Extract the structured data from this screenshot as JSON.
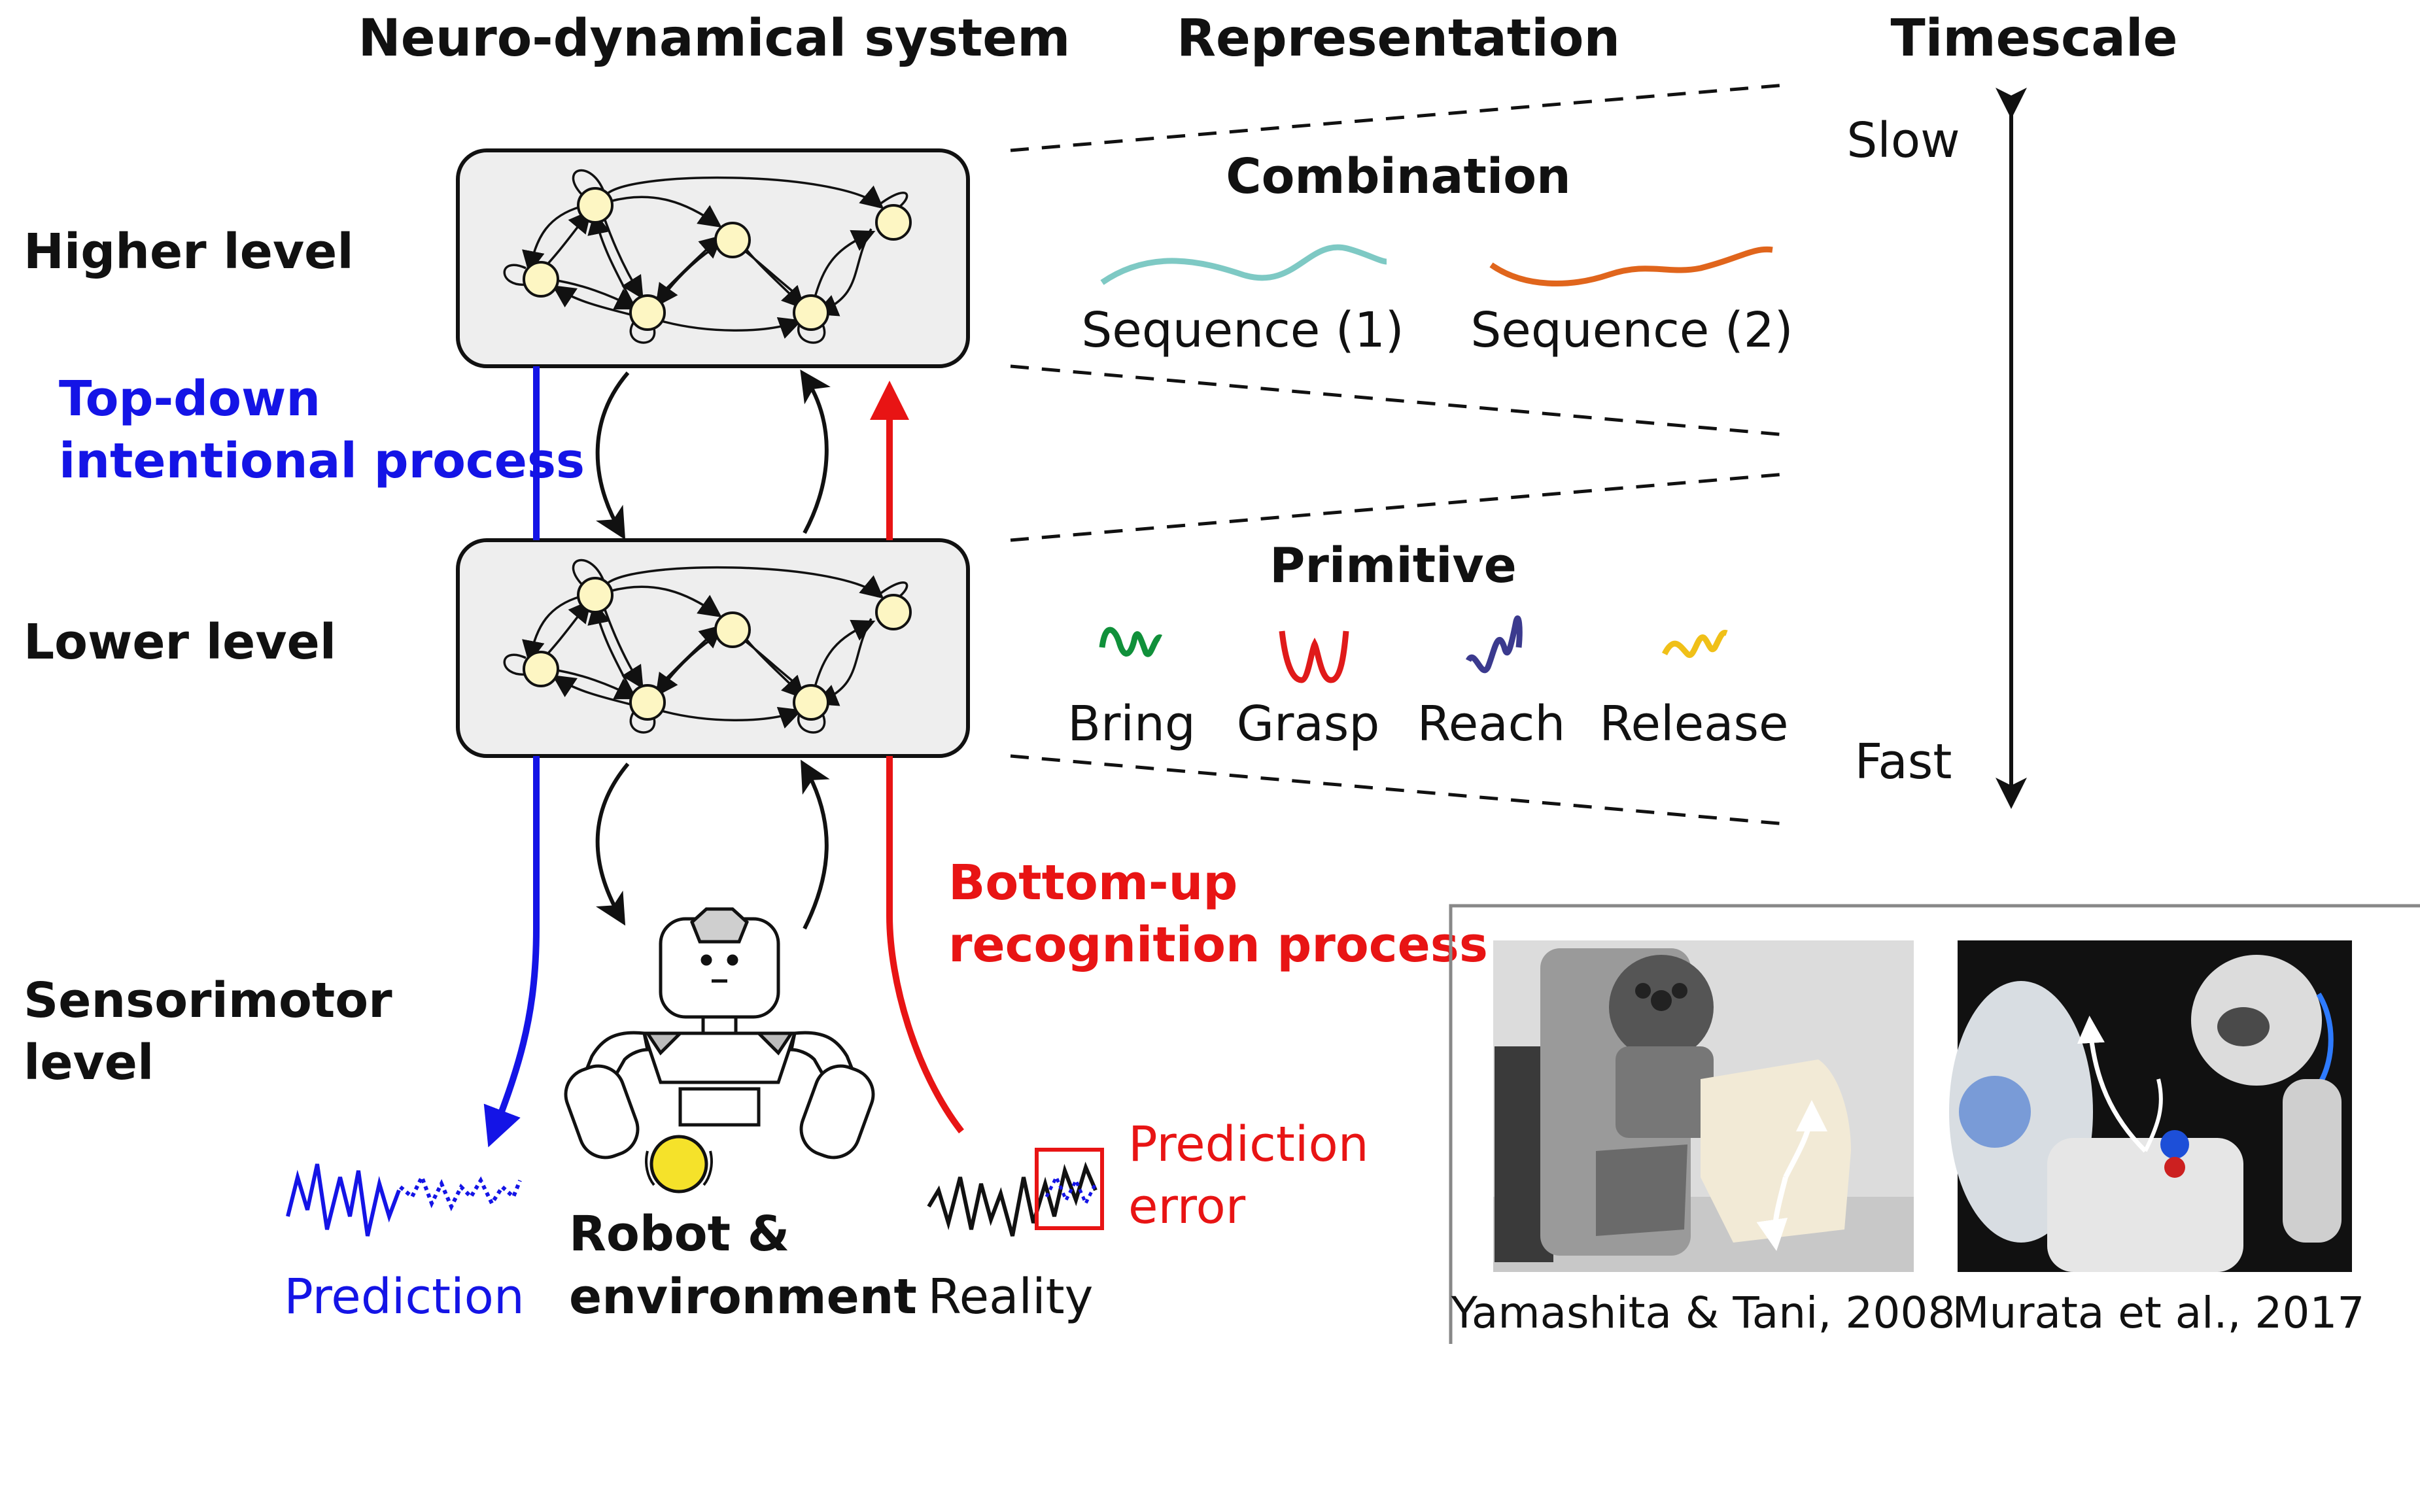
{
  "headers": {
    "neuro": "Neuro-dynamical system",
    "representation": "Representation",
    "timescale": "Timescale"
  },
  "levels": {
    "higher": "Higher level",
    "lower": "Lower level",
    "sensorimotor_line1": "Sensorimotor",
    "sensorimotor_line2": "level"
  },
  "processes": {
    "topdown_line1": "Top-down",
    "topdown_line2": "intentional process",
    "bottomup_line1": "Bottom-up",
    "bottomup_line2": "recognition process"
  },
  "combination": {
    "title": "Combination",
    "seq1": "Sequence (1)",
    "seq2": "Sequence (2)"
  },
  "primitive": {
    "title": "Primitive",
    "bring": "Bring",
    "grasp": "Grasp",
    "reach": "Reach",
    "release": "Release"
  },
  "timescale": {
    "slow": "Slow",
    "fast": "Fast"
  },
  "bottom": {
    "prediction": "Prediction",
    "robot_line1": "Robot &",
    "robot_line2": "environment",
    "reality": "Reality",
    "error_line1": "Prediction",
    "error_line2": "error"
  },
  "photos": {
    "caption1": "Yamashita & Tani, 2008",
    "caption2": "Murata et al., 2017"
  },
  "colors": {
    "topdown": "#1414e6",
    "bottomup": "#e81414",
    "seq1": "#7ec9c4",
    "seq2": "#e0651c",
    "bring": "#10903a",
    "grasp": "#e01a1a",
    "reach": "#3b3a8e",
    "release": "#f0c018",
    "node": "#fdf6c3",
    "box": "#eeeeee"
  }
}
